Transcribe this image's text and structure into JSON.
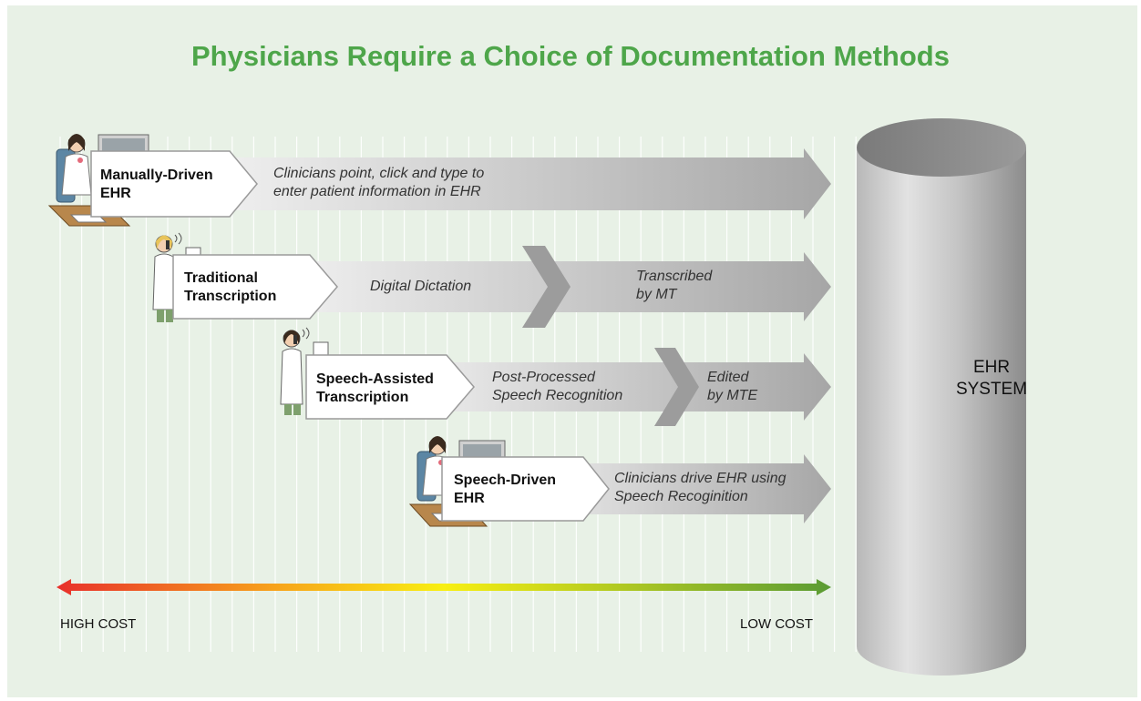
{
  "title": "Physicians Require a Choice of Documentation Methods",
  "colors": {
    "title_green": "#4ea64a",
    "background": "#e8f1e6",
    "gradient": [
      "#e8302b",
      "#f7a21b",
      "#f8ef12",
      "#5a9b34"
    ]
  },
  "methods": [
    {
      "label_line1": "Manually-Driven",
      "label_line2": "EHR",
      "desc_line1": "Clinicians point, click and type to",
      "desc_line2": "enter patient information in EHR",
      "icon": "physician-at-desk-icon"
    },
    {
      "label_line1": "Traditional",
      "label_line2": "Transcription",
      "step1": "Digital Dictation",
      "step2_line1": "Transcribed",
      "step2_line2": "by MT",
      "icon": "physician-dictating-icon"
    },
    {
      "label_line1": "Speech-Assisted",
      "label_line2": "Transcription",
      "step1_line1": "Post-Processed",
      "step1_line2": "Speech Recognition",
      "step2_line1": "Edited",
      "step2_line2": "by MTE",
      "icon": "physician-dictating-icon"
    },
    {
      "label_line1": "Speech-Driven",
      "label_line2": "EHR",
      "desc_line1": "Clinicians drive EHR using",
      "desc_line2": "Speech Recoginition",
      "icon": "physician-at-desk-icon"
    }
  ],
  "cost_scale": {
    "high": "HIGH COST",
    "low": "LOW COST"
  },
  "ehr_system": {
    "line1": "EHR",
    "line2": "SYSTEM",
    "icon": "database-cylinder-icon"
  }
}
